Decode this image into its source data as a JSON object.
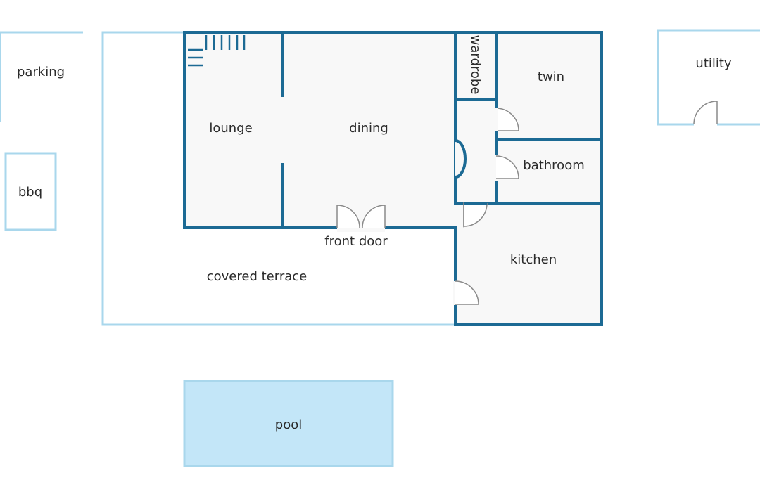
{
  "colors": {
    "wall": "#1c6a94",
    "outline": "#a9d7ec",
    "room_fill": "#f8f8f8",
    "pool_fill": "#c3e6f8",
    "door": "#8a8a8a",
    "label": "#2b2b2b"
  },
  "rooms": {
    "parking": "parking",
    "bbq": "bbq",
    "lounge": "lounge",
    "dining": "dining",
    "wardrobe": "wardrobe",
    "twin": "twin",
    "bathroom": "bathroom",
    "kitchen": "kitchen",
    "front_door": "front door",
    "covered_terrace": "covered terrace",
    "utility": "utility",
    "pool": "pool"
  }
}
